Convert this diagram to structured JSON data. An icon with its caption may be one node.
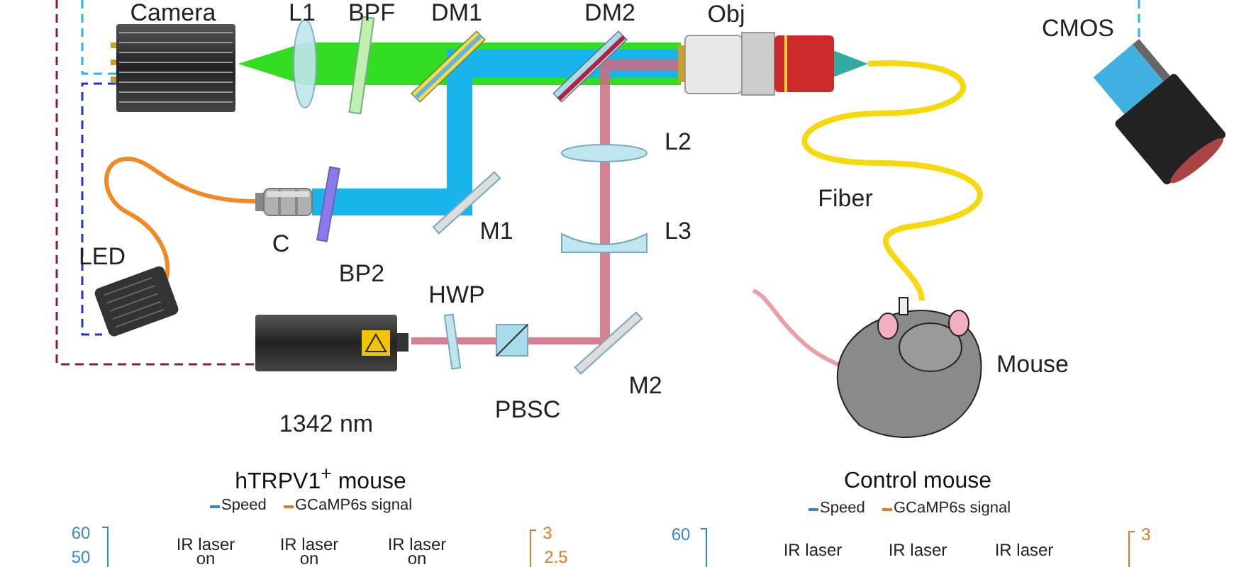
{
  "diagram": {
    "nodes": [
      {
        "text": [],
        "shape": "picture",
        "beside": [
          "Camera"
        ]
      },
      {
        "text": [],
        "shape": "picture",
        "beside": [
          "LED"
        ]
      },
      {
        "text": [],
        "shape": "picture",
        "beside": [
          "1342 nm"
        ]
      },
      {
        "text": [],
        "shape": "picture",
        "beside": [
          "CMOS"
        ]
      },
      {
        "text": [],
        "shape": "picture",
        "beside": [
          "C"
        ]
      }
    ],
    "edges": [
      {
        "from": 0,
        "to": 1,
        "arrow": "none",
        "style": "dashed",
        "color": "#2233cc"
      },
      {
        "from": null,
        "to": 0,
        "arrow": "none",
        "style": "dashed",
        "color": "#2ab4e8"
      },
      {
        "from": null,
        "to": 2,
        "arrow": "none",
        "style": "dashed",
        "color": "#8b1d45"
      },
      {
        "from": null,
        "to": 3,
        "arrow": "none",
        "style": "dashed",
        "color": "#2ab4e8"
      },
      {
        "from": 4,
        "to": 1,
        "arrow": "none",
        "style": "thick",
        "color": "#f08a24"
      }
    ],
    "labels": [
      "L1",
      "BPF",
      "DM1",
      "DM2",
      "Obj",
      "L2",
      "Fiber",
      "M1",
      "L3",
      "BP2",
      "HWP",
      "Mouse",
      "PBSC",
      "M2",
      "hTRPV1$^{+}$ mouse",
      "Control mouse",
      "60",
      "IR laser",
      "IR laser",
      "IR laser",
      "3",
      "60",
      "IR laser",
      "IR laser",
      "IR laser",
      "3",
      "50",
      "on",
      "on",
      "on",
      "2.5"
    ],
    "legend": [
      {
        "text": "Speed"
      },
      {
        "text": "GCaMP6s signal"
      },
      {
        "text": "Speed"
      },
      {
        "text": "GCaMP6s signal"
      }
    ]
  }
}
